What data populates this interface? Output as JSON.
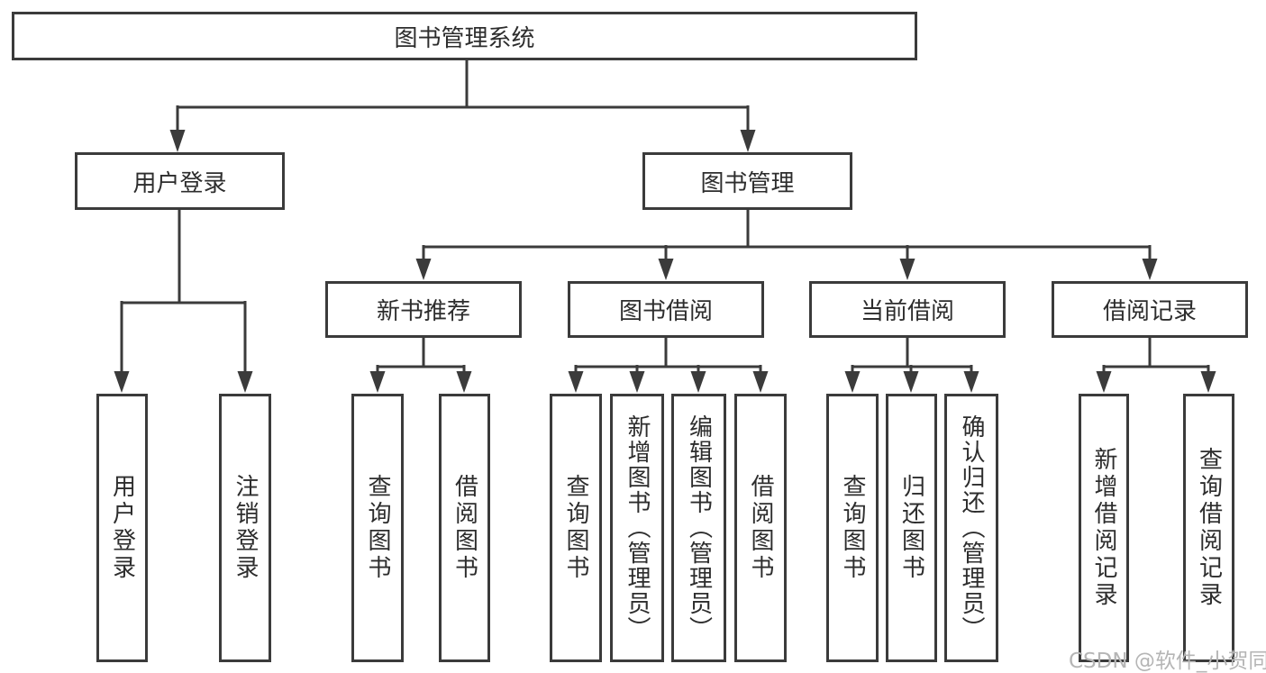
{
  "tree": {
    "label": "图书管理系统",
    "children": [
      {
        "label": "用户登录",
        "children": [
          {
            "label": "用户登录"
          },
          {
            "label": "注销登录"
          }
        ]
      },
      {
        "label": "图书管理",
        "children": [
          {
            "label": "新书推荐",
            "children": [
              {
                "label": "查询图书"
              },
              {
                "label": "借阅图书"
              }
            ]
          },
          {
            "label": "图书借阅",
            "children": [
              {
                "label": "查询图书"
              },
              {
                "label": "新增图书（管理员）"
              },
              {
                "label": "编辑图书（管理员）"
              },
              {
                "label": "借阅图书"
              }
            ]
          },
          {
            "label": "当前借阅",
            "children": [
              {
                "label": "查询图书"
              },
              {
                "label": "归还图书"
              },
              {
                "label": "确认归还（管理员）"
              }
            ]
          },
          {
            "label": "借阅记录",
            "children": [
              {
                "label": "新增借阅记录"
              },
              {
                "label": "查询借阅记录"
              }
            ]
          }
        ]
      }
    ]
  },
  "watermark": {
    "text": "CSDN @软件_小贺同学"
  },
  "colors": {
    "line": "#3b3b3b",
    "box_border": "#3b3b3b",
    "text": "#2d2d2d",
    "watermark": "#b5b5b5",
    "background": "#ffffff"
  }
}
